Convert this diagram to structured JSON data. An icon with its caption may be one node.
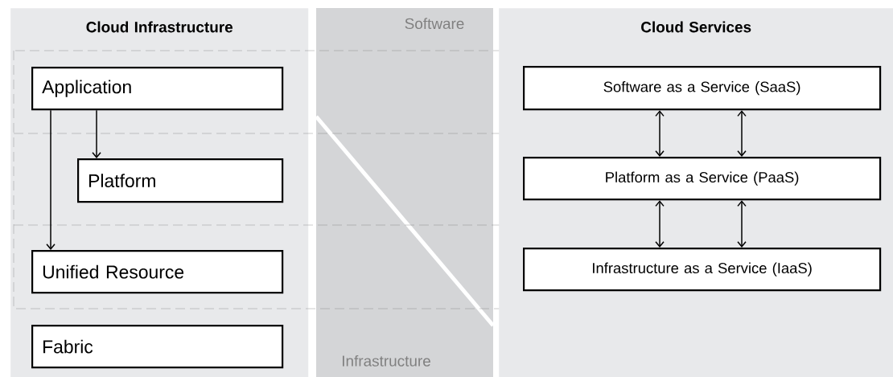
{
  "diagram": {
    "nodes": [
      {
        "text": [
          "Cloud Infrastructure"
        ]
      },
      {
        "text": [
          "Application"
        ],
        "in": 0
      },
      {
        "text": [
          "Platform"
        ],
        "in": 0
      },
      {
        "text": [
          "Unified Resource"
        ],
        "in": 0
      },
      {
        "text": [
          "Fabric"
        ],
        "in": 0
      },
      {
        "text": [
          "Cloud Services"
        ]
      },
      {
        "text": [
          "Software as a Service (SaaS)"
        ],
        "in": 5
      },
      {
        "text": [
          "Platform as a Service (PaaS)"
        ],
        "in": 5
      },
      {
        "text": [
          "Infrastructure as a Service (IaaS)"
        ],
        "in": 5
      }
    ],
    "edges": [
      {
        "from": 1,
        "to": 2,
        "arrow": "to"
      },
      {
        "from": 1,
        "to": 3,
        "arrow": "to"
      },
      {
        "from": 6,
        "to": 7,
        "arrow": "both"
      },
      {
        "from": 6,
        "to": 7,
        "arrow": "both"
      },
      {
        "from": 7,
        "to": 8,
        "arrow": "both"
      },
      {
        "from": 7,
        "to": 8,
        "arrow": "both"
      }
    ],
    "labels": [
      "Software",
      "Infrastructure"
    ]
  }
}
